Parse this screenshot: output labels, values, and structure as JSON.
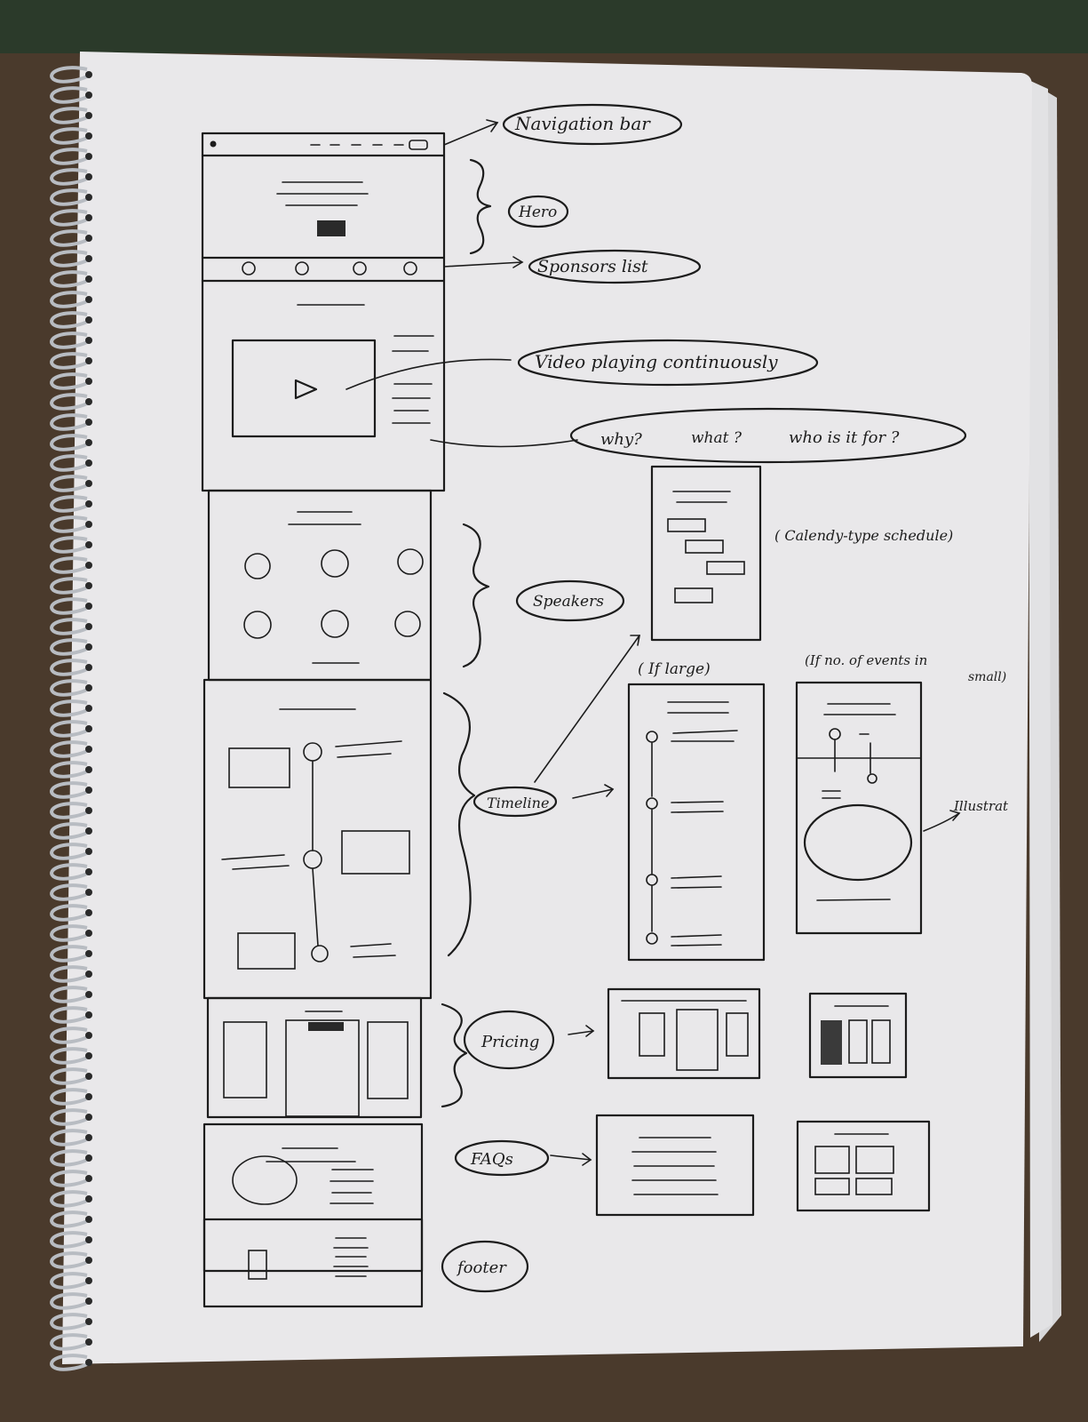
{
  "labels": {
    "navigation_bar": "Navigation bar",
    "hero": "Hero",
    "sponsors_list": "Sponsors list",
    "video": "Video playing continuously",
    "why": "why?",
    "what": "what ?",
    "who": "who is it for ?",
    "calendly": "( Calendy-type schedule)",
    "speakers": "Speakers",
    "if_large": "( If large)",
    "if_small_1": "(If no. of events in",
    "if_small_2": "small)",
    "illustration": "Illustrat",
    "timeline": "Timeline",
    "pricing": "Pricing",
    "faqs": "FAQs",
    "footer": "footer"
  },
  "colors": {
    "paper": "#e9e8ea",
    "ink": "#1c1c1c",
    "desk": "#4a3a2c",
    "coil": "#b8bcc2"
  }
}
